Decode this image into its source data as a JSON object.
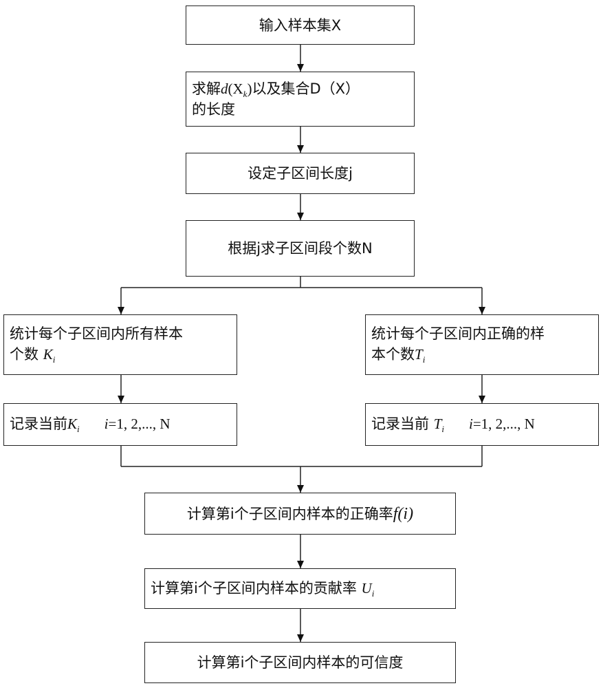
{
  "nodes": {
    "input": {
      "text": "输入样本集X"
    },
    "solve": {
      "line1_pre": "求解",
      "func": "d",
      "paren_open": "(",
      "var": "X",
      "sub": "k",
      "paren_close": ")",
      "line1_post": "以及集合D（X）",
      "line2": "的长度"
    },
    "set_interval": {
      "text": "设定子区间长度j"
    },
    "count_segments": {
      "text": "根据j求子区间段个数N"
    },
    "count_all": {
      "line1": "统计每个子区间内所有样本",
      "line2_pre": "个数 ",
      "var": "K",
      "sub": "i"
    },
    "count_correct": {
      "line1": "统计每个子区间内正确的样",
      "line2_pre": "本个数",
      "var": "T",
      "sub": "i"
    },
    "record_k": {
      "pre": "记录当前",
      "var": "K",
      "sub": "i",
      "idx": "i",
      "eq": "=1, 2,..., N"
    },
    "record_t": {
      "pre": "记录当前 ",
      "var": "T",
      "sub": "i",
      "idx": "i",
      "eq": "=1, 2,..., N"
    },
    "accuracy": {
      "pre": "计算第i个子区间内样本的正确率",
      "func": "f",
      "arg": "(i)"
    },
    "contribution": {
      "pre": "计算第i个子区间内样本的贡献率 ",
      "var": "U",
      "sub": "i"
    },
    "credibility": {
      "text": "计算第i个子区间内样本的可信度"
    }
  }
}
